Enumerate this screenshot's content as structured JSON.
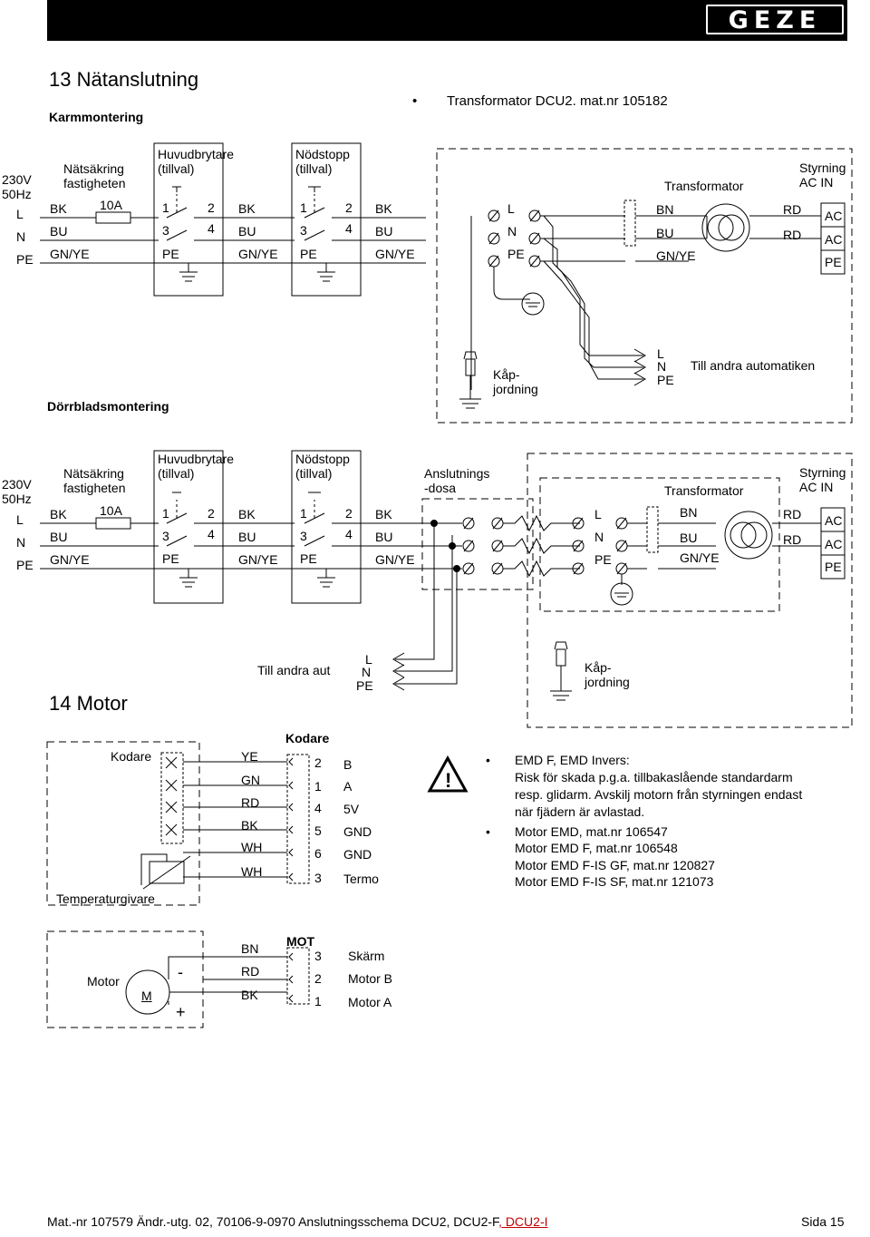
{
  "header": {
    "brand": "GEZE"
  },
  "section13": {
    "title": "13 Nätanslutning",
    "sub_karm": "Karmmontering",
    "sub_dorr": "Dörrbladsmontering",
    "bullet": "Transformator DCU2. mat.nr 105182"
  },
  "labels": {
    "supply_v": "230V",
    "supply_hz": "50Hz",
    "L": "L",
    "N": "N",
    "PE": "PE",
    "fuse_title_1": "Nätsäkring",
    "fuse_title_2": "fastigheten",
    "fuse_rating": "10A",
    "main_switch_1": "Huvudbrytare",
    "main_switch_2": "(tillval)",
    "estop_1": "Nödstopp",
    "estop_2": "(tillval)",
    "BK": "BK",
    "BU": "BU",
    "GNYE": "GN/YE",
    "BN": "BN",
    "RD": "RD",
    "n1": "1",
    "n2": "2",
    "n3": "3",
    "n4": "4",
    "transformer": "Transformator",
    "ctrl_1": "Styrning",
    "ctrl_2": "AC IN",
    "AC": "AC",
    "kap_1": "Kåp-",
    "kap_2": "jordning",
    "till_andra_full": "Till andra automatiken",
    "till_andra_short": "Till andra aut",
    "junction_1": "Anslutnings",
    "junction_2": "-dosa"
  },
  "section14": {
    "title": "14 Motor",
    "encoder_left": "Kodare",
    "encoder_title": "Kodare",
    "temp_sensor": "Temperaturgivare",
    "wires": [
      {
        "color": "YE",
        "pin": "2",
        "func": "B"
      },
      {
        "color": "GN",
        "pin": "1",
        "func": "A"
      },
      {
        "color": "RD",
        "pin": "4",
        "func": "5V"
      },
      {
        "color": "BK",
        "pin": "5",
        "func": "GND"
      },
      {
        "color": "WH",
        "pin": "6",
        "func": "GND"
      },
      {
        "color": "WH",
        "pin": "3",
        "func": "Termo"
      }
    ],
    "motor_label": "Motor",
    "motor_symbol": "M",
    "minus": "-",
    "plus": "+",
    "mot_title": "MOT",
    "motor_wires": [
      {
        "color": "BN",
        "pin": "3",
        "func": "Skärm"
      },
      {
        "color": "RD",
        "pin": "2",
        "func": "Motor B"
      },
      {
        "color": "BK",
        "pin": "1",
        "func": "Motor A"
      }
    ],
    "notes": [
      "EMD F, EMD Invers:",
      "Risk för skada p.g.a. tillbakaslående standardarm",
      "resp. glidarm. Avskilj motorn från styrningen endast",
      "när fjädern är avlastad.",
      "Motor EMD, mat.nr 106547",
      "Motor EMD F, mat.nr 106548",
      "Motor EMD F-IS GF, mat.nr 120827",
      "Motor EMD F-IS SF, mat.nr 121073"
    ]
  },
  "footer": {
    "left": "Mat.-nr 107579 Ändr.-utg. 02, 70106-9-0970 Anslutningsschema DCU2, DCU2-F",
    "link": ", DCU2-I",
    "page": "Sida 15"
  }
}
